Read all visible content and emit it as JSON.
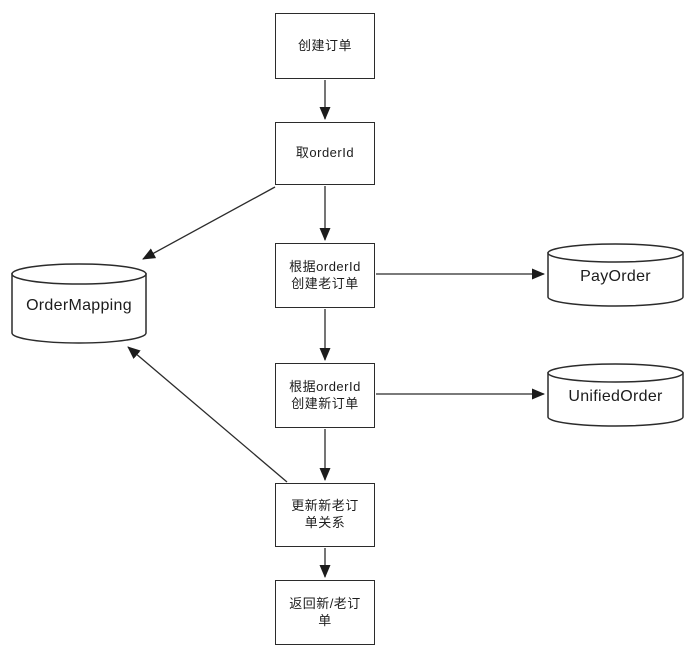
{
  "diagram": {
    "nodes": {
      "create_order": {
        "label": "创建订单"
      },
      "get_order_id": {
        "label": "取orderId"
      },
      "create_old_order": {
        "label": "根据orderId\n创建老订单"
      },
      "create_new_order": {
        "label": "根据orderId\n创建新订单"
      },
      "update_relation": {
        "label": "更新新老订\n单关系"
      },
      "return_orders": {
        "label": "返回新/老订\n单"
      }
    },
    "datastores": {
      "order_mapping": {
        "label": "OrderMapping"
      },
      "pay_order": {
        "label": "PayOrder"
      },
      "unified_order": {
        "label": "UnifiedOrder"
      }
    },
    "colors": {
      "stroke": "#2b2b2b",
      "text": "#1c1c1c",
      "background": "#ffffff"
    }
  }
}
